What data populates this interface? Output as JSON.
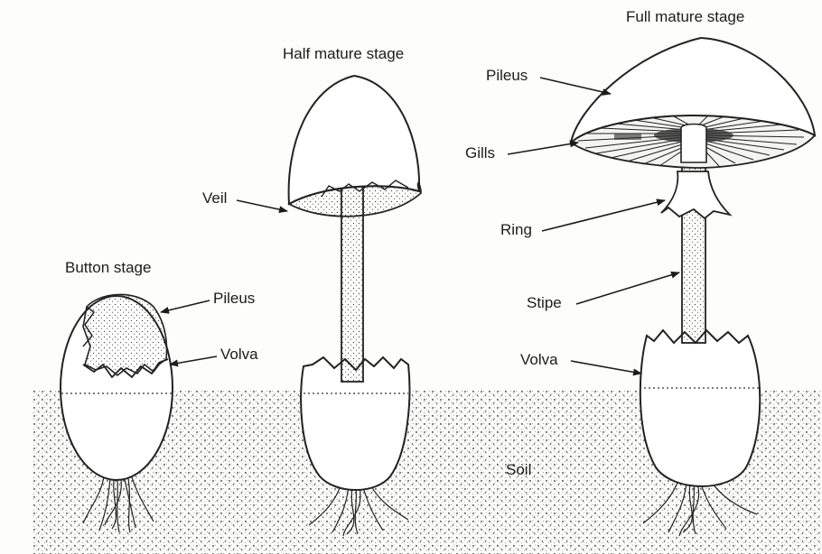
{
  "diagram": {
    "stages": {
      "button": {
        "title": "Button stage",
        "labels": {
          "pileus": "Pileus",
          "volva": "Volva"
        }
      },
      "half_mature": {
        "title": "Half mature stage",
        "labels": {
          "veil": "Veil"
        }
      },
      "full_mature": {
        "title": "Full mature stage",
        "labels": {
          "pileus": "Pileus",
          "gills": "Gills",
          "ring": "Ring",
          "stipe": "Stipe",
          "volva": "Volva"
        }
      }
    },
    "ground_label": "Soil"
  }
}
